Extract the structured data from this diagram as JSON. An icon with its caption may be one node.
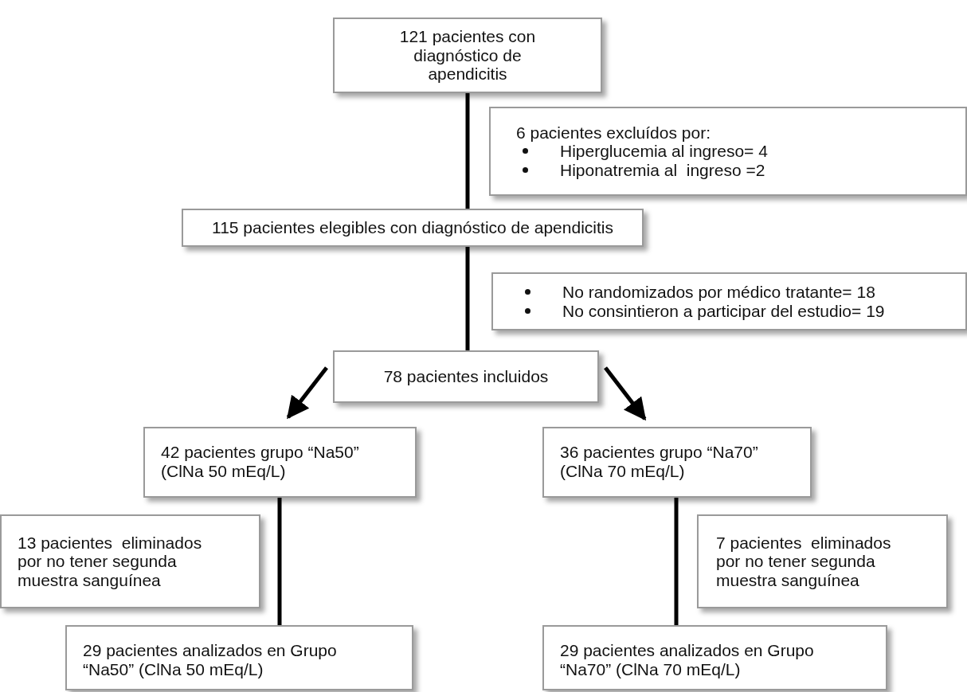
{
  "diagram": {
    "nodes": [
      {
        "text": [
          "121 pacientes con diagnóstico de apendicitis"
        ]
      },
      {
        "text": [
          "6 pacientes excluídos por:",
          "Hiperglucemia al ingreso= 4",
          "Hiponatremia al  ingreso =2"
        ]
      },
      {
        "text": [
          "115 pacientes elegibles con diagnóstico de apendicitis"
        ]
      },
      {
        "text": [
          "No randomizados por médico tratante= 18",
          "No consintieron a participar del estudio= 19"
        ]
      },
      {
        "text": [
          "78 pacientes incluidos"
        ]
      },
      {
        "text": [
          "42 pacientes grupo “Na50” (ClNa 50 mEq/L)"
        ]
      },
      {
        "text": [
          "36 pacientes grupo “Na70” (ClNa 70 mEq/L)"
        ]
      },
      {
        "text": [
          "13 pacientes  eliminados por no tener segunda muestra sanguínea"
        ]
      },
      {
        "text": [
          "7 pacientes  eliminados por no tener segunda muestra sanguínea"
        ]
      },
      {
        "text": [
          "29 pacientes analizados en Grupo “Na50” (ClNa 50 mEq/L)"
        ]
      },
      {
        "text": [
          "29 pacientes analizados en Grupo “Na70” (ClNa 70 mEq/L)"
        ]
      }
    ],
    "edges": [
      {
        "from": 0,
        "to": 2,
        "arrow": "none"
      },
      {
        "from": 2,
        "to": 4,
        "arrow": "none"
      },
      {
        "from": 4,
        "to": 5,
        "arrow": "to"
      },
      {
        "from": 4,
        "to": 6,
        "arrow": "to"
      },
      {
        "from": 5,
        "to": 9,
        "arrow": "none"
      },
      {
        "from": 6,
        "to": 10,
        "arrow": "none"
      }
    ]
  }
}
